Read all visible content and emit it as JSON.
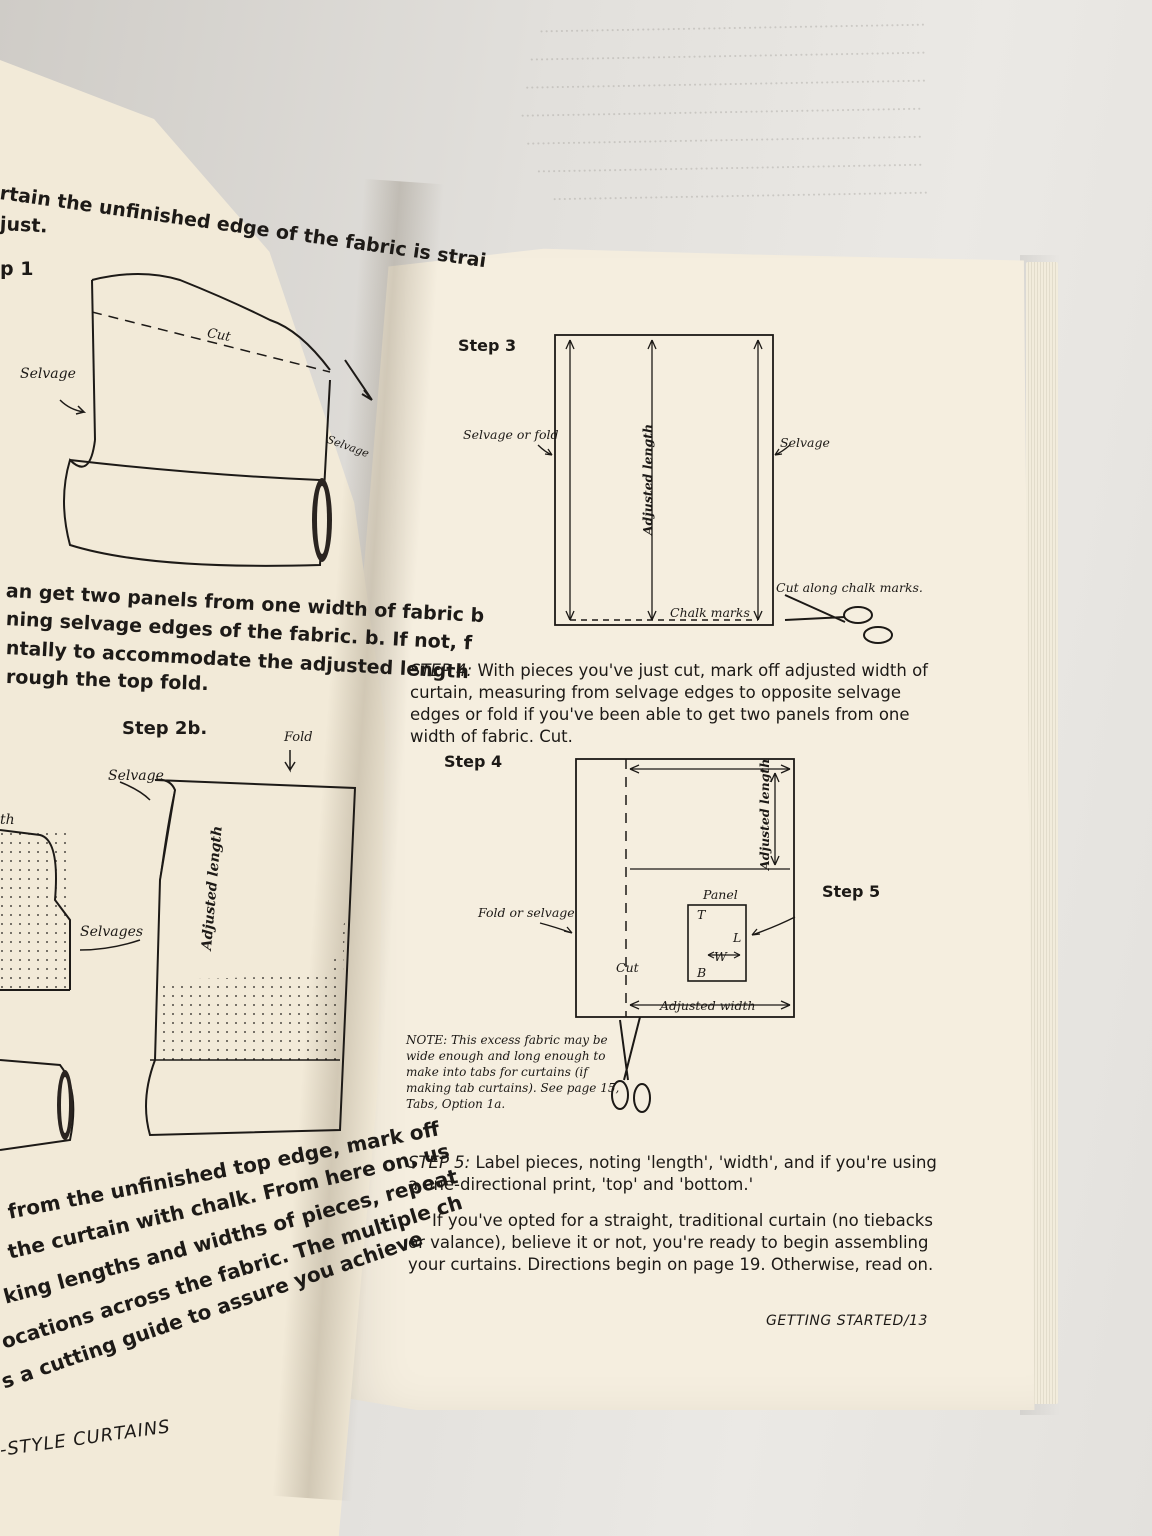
{
  "left_page": {
    "lines": [
      "rtain the unfinished edge of the fabric is strai",
      "just.",
      "an get two panels from one width of fabric b",
      "ning selvage edges of the fabric. b. If not, f",
      "ntally to accommodate the adjusted length",
      "rough the top fold.",
      "from the unfinished top edge, mark off",
      "the curtain with chalk. From here on, us",
      "king lengths and widths of pieces, repeat",
      "ocations across the fabric. The multiple ch",
      "s a cutting guide to assure you achieve"
    ],
    "step1": "p 1",
    "step2b": "Step 2b.",
    "labels": {
      "cut": "Cut",
      "selvage1": "Selvage",
      "selvage2": "Selvage",
      "selvage3": "Selvage",
      "fold": "Fold",
      "selvages": "Selvages",
      "adjusted_length": "Adjusted length",
      "th": "th"
    },
    "footer": "-STYLE CURTAINS"
  },
  "right_page": {
    "step3": {
      "heading": "Step 3",
      "selvage_or_fold": "Selvage or fold",
      "selvage": "Selvage",
      "adjusted_length": "Adjusted length",
      "chalk_marks": "Chalk marks",
      "cut_along": "Cut along chalk marks."
    },
    "step4_text": {
      "lead": "STEP 4:",
      "body": " With pieces you've just cut, mark off adjusted width of curtain, measuring from selvage edges to opposite selvage edges or fold if you've been able to get two panels from one width of fabric. Cut."
    },
    "step4": {
      "heading": "Step 4",
      "adjusted_length": "Adjusted length",
      "fold_or_selvage": "Fold or selvage",
      "panel": "Panel",
      "t": "T",
      "l": "L",
      "w": "W",
      "b": "B",
      "cut": "Cut",
      "adjusted_width": "Adjusted width",
      "step5": "Step 5"
    },
    "note": "NOTE: This excess fabric may be wide enough and long enough to make into tabs for curtains (if making tab curtains). See page 15, Tabs, Option 1a.",
    "step5_text": {
      "lead": "STEP 5:",
      "body": " Label pieces, noting 'length', 'width', and if you're using a one-directional print, 'top' and 'bottom.'"
    },
    "closing": "If you've opted for a straight, traditional curtain (no tiebacks or valance), believe it or not, you're ready to begin assembling your curtains. Directions begin on page 19. Otherwise, read on.",
    "footer": "GETTING STARTED/13"
  }
}
